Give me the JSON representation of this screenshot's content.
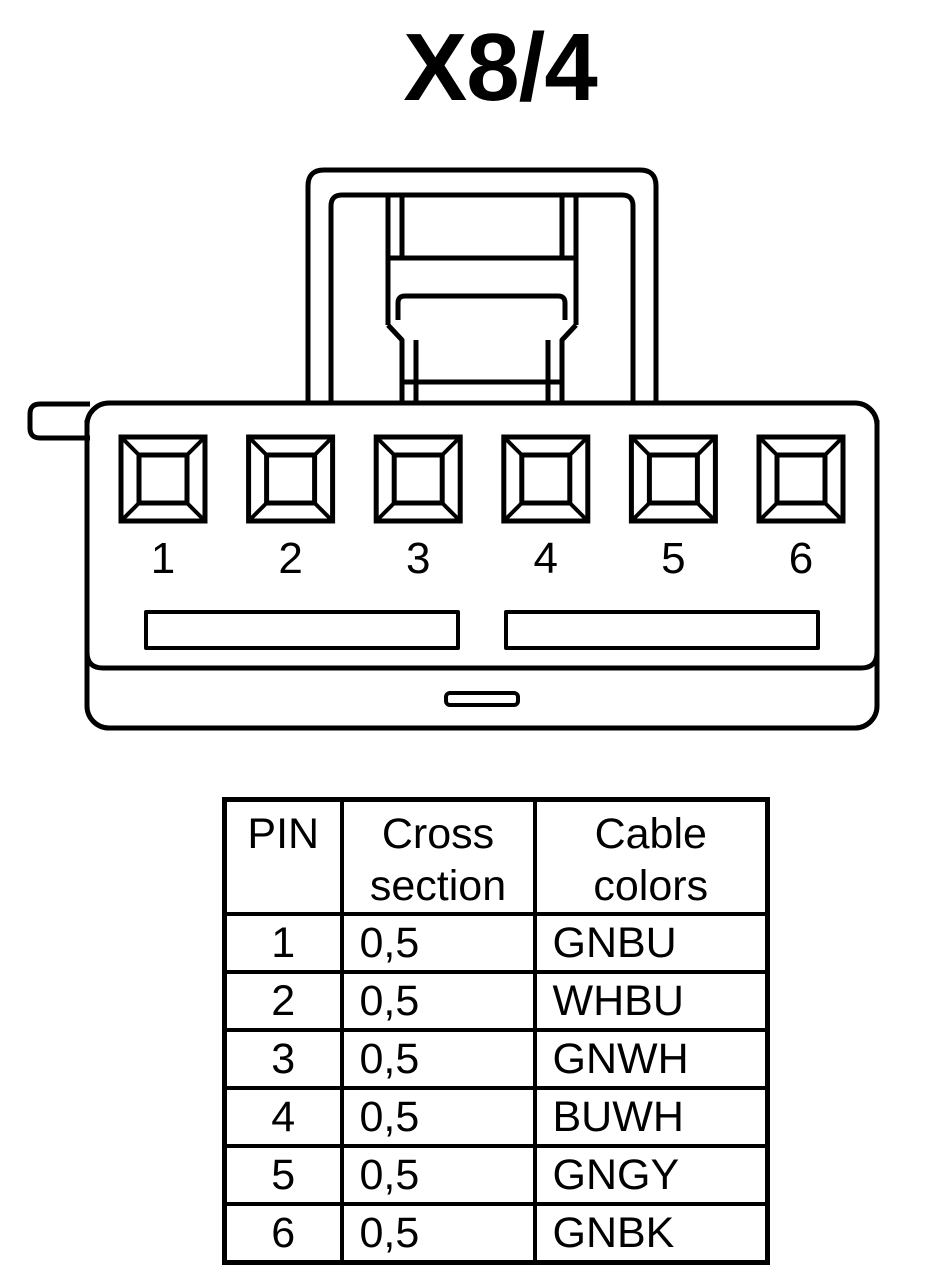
{
  "title": "X8/4",
  "connector": {
    "pin_labels": [
      "1",
      "2",
      "3",
      "4",
      "5",
      "6"
    ]
  },
  "table": {
    "headers": {
      "pin": "PIN",
      "cross_section": [
        "Cross",
        "section"
      ],
      "cable_colors": [
        "Cable",
        "colors"
      ]
    },
    "rows": [
      {
        "pin": "1",
        "cross_section": "0,5",
        "color": "GNBU"
      },
      {
        "pin": "2",
        "cross_section": "0,5",
        "color": "WHBU"
      },
      {
        "pin": "3",
        "cross_section": "0,5",
        "color": "GNWH"
      },
      {
        "pin": "4",
        "cross_section": "0,5",
        "color": "BUWH"
      },
      {
        "pin": "5",
        "cross_section": "0,5",
        "color": "GNGY"
      },
      {
        "pin": "6",
        "cross_section": "0,5",
        "color": "GNBK"
      }
    ]
  }
}
